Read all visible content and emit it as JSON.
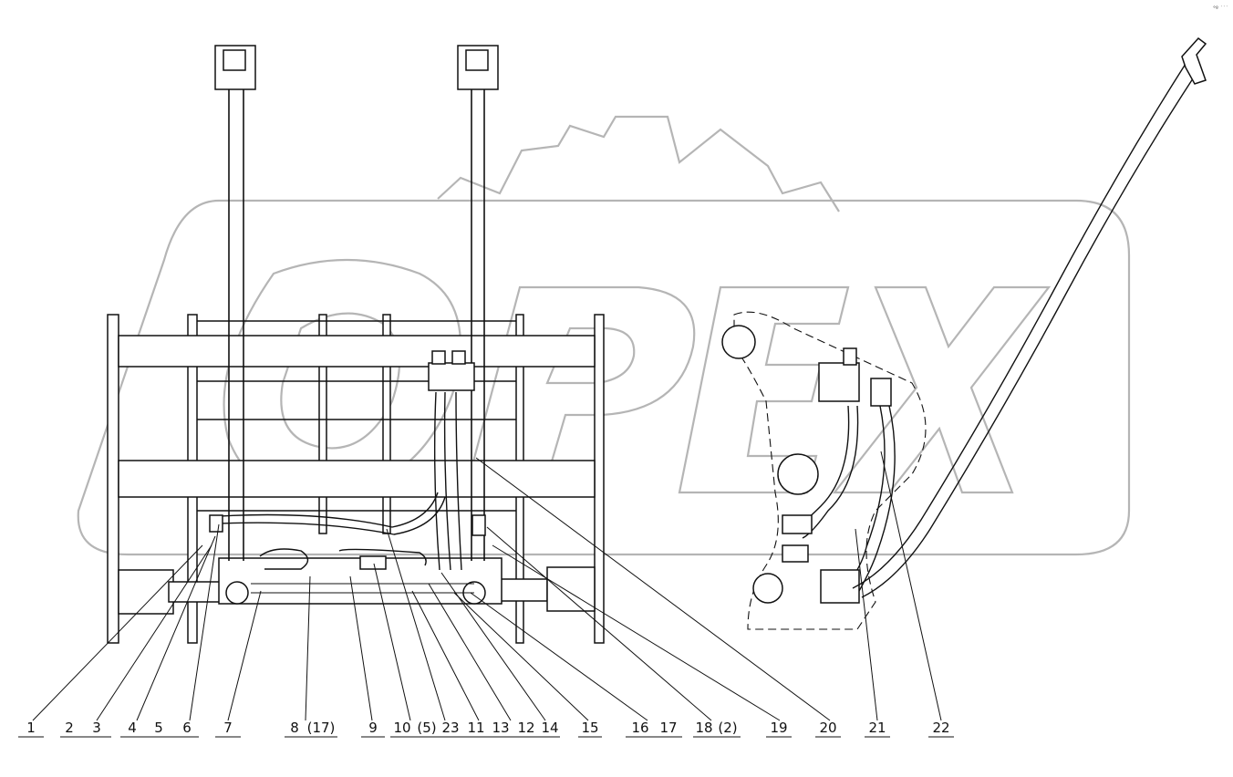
{
  "watermark": {
    "text": "OPEX"
  },
  "corner_mark": "°º ˙˙˙",
  "callouts": [
    {
      "id": "c1",
      "label": "1"
    },
    {
      "id": "c2",
      "label": "2"
    },
    {
      "id": "c3",
      "label": "3"
    },
    {
      "id": "c4",
      "label": "4"
    },
    {
      "id": "c5",
      "label": "5"
    },
    {
      "id": "c6",
      "label": "6"
    },
    {
      "id": "c7",
      "label": "7"
    },
    {
      "id": "c8",
      "label": "8"
    },
    {
      "id": "c8b",
      "label": "(17)"
    },
    {
      "id": "c9",
      "label": "9"
    },
    {
      "id": "c10",
      "label": "10"
    },
    {
      "id": "c10b",
      "label": "(5)"
    },
    {
      "id": "c23",
      "label": "23"
    },
    {
      "id": "c11",
      "label": "11"
    },
    {
      "id": "c13",
      "label": "13"
    },
    {
      "id": "c12",
      "label": "12"
    },
    {
      "id": "c14",
      "label": "14"
    },
    {
      "id": "c15",
      "label": "15"
    },
    {
      "id": "c16",
      "label": "16"
    },
    {
      "id": "c17",
      "label": "17"
    },
    {
      "id": "c18",
      "label": "18"
    },
    {
      "id": "c18b",
      "label": "(2)"
    },
    {
      "id": "c19",
      "label": "19"
    },
    {
      "id": "c20",
      "label": "20"
    },
    {
      "id": "c21",
      "label": "21"
    },
    {
      "id": "c22",
      "label": "22"
    }
  ]
}
